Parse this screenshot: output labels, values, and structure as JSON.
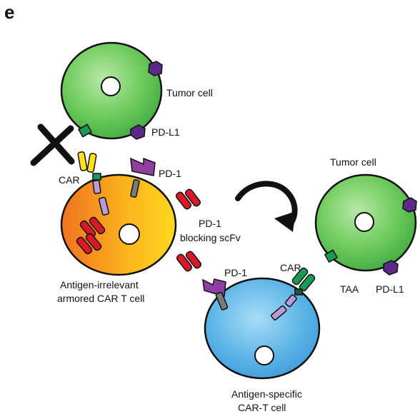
{
  "panel_letter": "e",
  "labels": {
    "tumor_cell_top": "Tumor cell",
    "pdl1_top": "PD-L1",
    "car_left": "CAR",
    "pd1_left": "PD-1",
    "pd1_blocking_line1": "PD-1",
    "pd1_blocking_line2": "blocking scFv",
    "armored_line1": "Antigen-irrelevant",
    "armored_line2": "armored CAR T cell",
    "tumor_cell_right": "Tumor cell",
    "taa": "TAA",
    "pdl1_right": "PD-L1",
    "pd1_bottom": "PD-1",
    "car_bottom": "CAR",
    "specific_line1": "Antigen-specific",
    "specific_line2": "CAR-T cell"
  },
  "colors": {
    "tumor_green": "#46b649",
    "armored_orange": "#f08a1c",
    "armored_yellow": "#ffd21a",
    "car_t_blue": "#4aa3de",
    "car_yellow": "#ffe21a",
    "car_green": "#1a9a55",
    "pd1_purple": "#8e3fa0",
    "pdl1_purple": "#5a2a86",
    "scfv_red": "#d9192a",
    "lilac": "#b89ad6",
    "grey": "#7a7a7a",
    "block_x": "#111111"
  }
}
